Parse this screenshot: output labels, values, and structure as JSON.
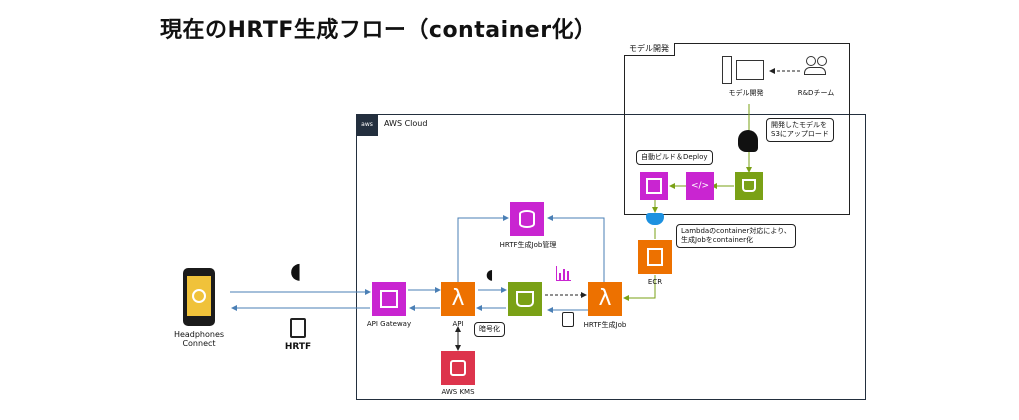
{
  "title": "現在のHRTF生成フロー（container化）",
  "groups": {
    "model_dev": "モデル開発",
    "aws_cloud": "AWS Cloud",
    "aws_badge": "aws"
  },
  "nodes": {
    "phone": "Headphones Connect",
    "api_gateway": "API Gateway",
    "api": "API",
    "hrtf_label": "HRTF",
    "hrtf_job_mgmt": "HRTF生成Job管理",
    "hrtf_job": "HRTF生成Job",
    "ecr": "ECR",
    "kms": "AWS KMS",
    "model_dev_pc": "モデル開発",
    "rd_team": "R&Dチーム"
  },
  "callouts": {
    "encrypt": "暗号化",
    "auto_build": "自動ビルド＆Deploy",
    "upload": "開発したモデルを\nS3にアップロード",
    "lambda_container": "Lambdaのcontainer対応により、\n生成Jobをcontainer化"
  },
  "colors": {
    "magenta": "#c925d1",
    "orange": "#ed7100",
    "green": "#7aa116",
    "red": "#dd344c",
    "arrow_blue": "#4a7fb5",
    "arrow_green": "#7aa116",
    "docker_blue": "#1d91e0"
  }
}
